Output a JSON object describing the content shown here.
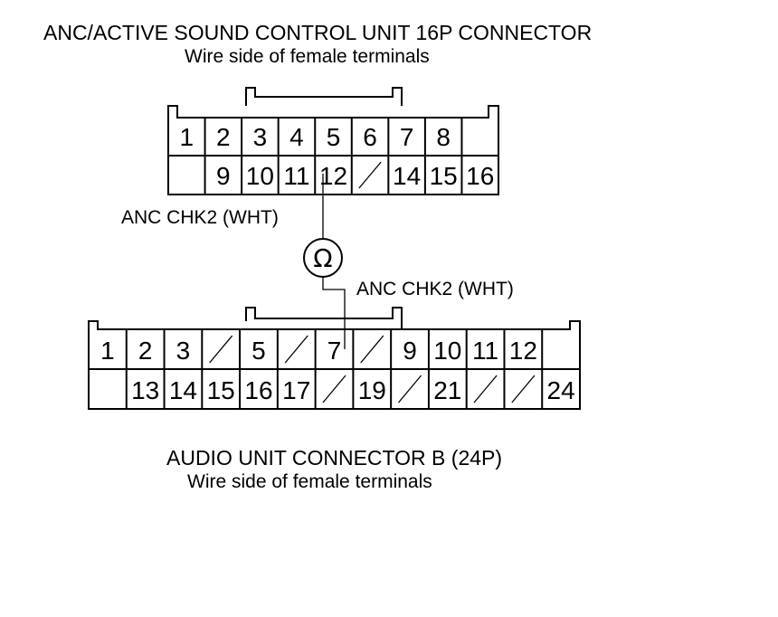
{
  "connector_top": {
    "title": "ANC/ACTIVE SOUND CONTROL UNIT 16P CONNECTOR",
    "subtitle": "Wire side of female terminals",
    "row1": [
      "1",
      "2",
      "3",
      "4",
      "5",
      "6",
      "7",
      "8",
      ""
    ],
    "row2": [
      "",
      "9",
      "10",
      "11",
      "12",
      "/",
      "14",
      "15",
      "16"
    ]
  },
  "connector_bottom": {
    "title": "AUDIO UNIT CONNECTOR B (24P)",
    "subtitle": "Wire side of female terminals",
    "row1": [
      "1",
      "2",
      "3",
      "/",
      "5",
      "/",
      "7",
      "/",
      "9",
      "10",
      "11",
      "12",
      ""
    ],
    "row2": [
      "",
      "13",
      "14",
      "15",
      "16",
      "17",
      "/",
      "19",
      "/",
      "21",
      "/",
      "/",
      "24"
    ]
  },
  "meter": {
    "symbol": "Ω"
  },
  "wire_labels": {
    "top": "ANC CHK2 (WHT)",
    "bottom": "ANC CHK2 (WHT)"
  }
}
